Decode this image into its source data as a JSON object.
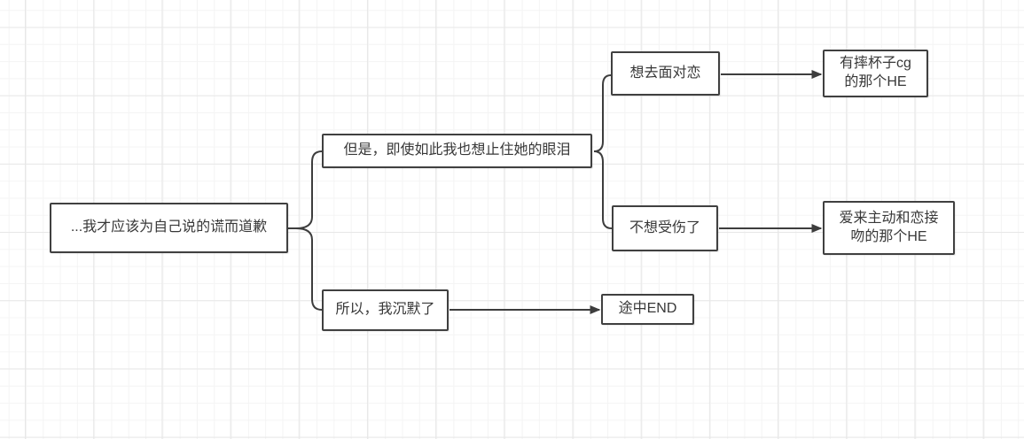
{
  "diagram": {
    "type": "flowchart",
    "nodes": [
      {
        "id": "root",
        "label": "...我才应该为自己说的谎而道歉"
      },
      {
        "id": "stop-tears",
        "label": "但是，即使如此我也想止住她的眼泪"
      },
      {
        "id": "face-it",
        "label": "想去面对恋"
      },
      {
        "id": "he-cup",
        "label": "有摔杯子cg\n的那个HE"
      },
      {
        "id": "no-hurt",
        "label": "不想受伤了"
      },
      {
        "id": "he-kiss",
        "label": "爱来主动和恋接\n吻的那个HE"
      },
      {
        "id": "silent",
        "label": "所以，我沉默了"
      },
      {
        "id": "mid-end",
        "label": "途中END"
      }
    ],
    "edges": [
      {
        "from": "root",
        "to": "stop-tears",
        "type": "brace"
      },
      {
        "from": "root",
        "to": "silent",
        "type": "brace"
      },
      {
        "from": "stop-tears",
        "to": "face-it",
        "type": "brace"
      },
      {
        "from": "stop-tears",
        "to": "no-hurt",
        "type": "brace"
      },
      {
        "from": "face-it",
        "to": "he-cup",
        "type": "arrow"
      },
      {
        "from": "no-hurt",
        "to": "he-kiss",
        "type": "arrow"
      },
      {
        "from": "silent",
        "to": "mid-end",
        "type": "arrow"
      }
    ],
    "colors": {
      "node_border": "#404040",
      "node_fill": "#ffffff",
      "connector": "#3d3d3d",
      "text": "#383838",
      "grid_minor": "#f4f4f4",
      "grid_major": "#e7e7e7",
      "canvas": "#ffffff"
    }
  }
}
